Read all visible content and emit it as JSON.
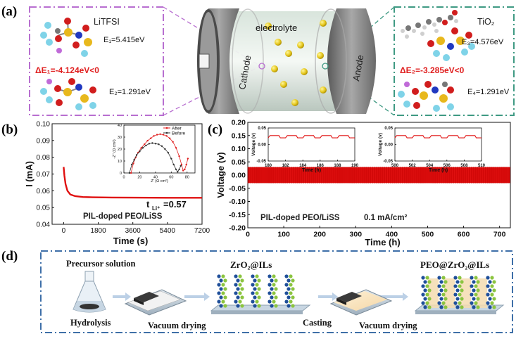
{
  "panel_labels": {
    "a": "(a)",
    "b": "(b)",
    "c": "(c)",
    "d": "(d)"
  },
  "panel_a": {
    "left_title": "LiTFSI",
    "right_title": "TiO₂",
    "e1": "E₁=5.415eV",
    "e2": "E₂=1.291eV",
    "de1": "ΔE₁=-4.124eV<0",
    "e3": "E₃=4.576eV",
    "e4": "E₄=1.291eV",
    "de2": "ΔE₂=-3.285eV<0",
    "electrolyte": "electrolyte",
    "cathode": "Cathode",
    "anode": "Anode",
    "colors": {
      "left_frame": "#b86fd0",
      "right_frame": "#3f9a83",
      "delta": "#e02020"
    }
  },
  "panel_b": {
    "ylabel": "I (mA)",
    "xlabel": "Time (s)",
    "annotation_label": "t",
    "annotation_sub": "Li⁺",
    "annotation_value": "=0.57",
    "sample_label": "PIL-doped PEO/LiSS",
    "inset": {
      "ylabel": "-Z'' (Ω cm²)",
      "xlabel": "Z' (Ω cm²)",
      "legend_after": "After",
      "legend_before": "Before"
    }
  },
  "panel_c": {
    "ylabel": "Voltage (v)",
    "xlabel": "Time (h)",
    "sample_label": "PIL-doped PEO/LiSS",
    "current_label": "0.1 mA/cm²",
    "inset1": {
      "ylabel": "Voltage (v)",
      "xlabel": "Time (h)"
    },
    "inset2": {
      "ylabel": "Voltage (v)",
      "xlabel": "Time (h)"
    }
  },
  "panel_d": {
    "precursor": "Precursor solution",
    "product1": "ZrO₂@ILs",
    "product2": "PEO@ZrO₂@ILs",
    "step_hydrolysis": "Hydrolysis",
    "step_vacuum1": "Vacuum drying",
    "step_casting": "Casting",
    "step_vacuum2": "Vacuum drying"
  },
  "chart_data": [
    {
      "type": "line",
      "panel": "b",
      "xlabel": "Time (s)",
      "ylabel": "I (mA)",
      "xlim": [
        -600,
        7200
      ],
      "ylim": [
        0.04,
        0.1
      ],
      "xticks": [
        0,
        1800,
        3600,
        5400,
        7200
      ],
      "yticks": [
        0.04,
        0.05,
        0.06,
        0.07,
        0.08,
        0.09,
        0.1
      ],
      "color": "#e01010",
      "series": [
        {
          "x": [
            0,
            40,
            100,
            200,
            350,
            600,
            1000,
            1500,
            2500,
            3600,
            5400,
            7200
          ],
          "y": [
            0.0742,
            0.069,
            0.064,
            0.06,
            0.0578,
            0.0568,
            0.0563,
            0.0561,
            0.056,
            0.0559,
            0.0558,
            0.0558
          ]
        }
      ]
    },
    {
      "type": "scatter",
      "panel": "b-inset",
      "xlabel": "Z' (Ω cm²)",
      "ylabel": "-Z'' (Ω cm²)",
      "xlim": [
        0,
        90
      ],
      "ylim": [
        0,
        40
      ],
      "xticks": [
        0,
        20,
        40,
        60,
        80
      ],
      "yticks": [
        0,
        10,
        20,
        30,
        40
      ],
      "series": [
        {
          "name": "After",
          "color": "#e02020",
          "x": [
            9,
            12,
            15,
            18,
            22,
            26,
            30,
            34,
            38,
            42,
            46,
            50,
            54,
            58,
            62,
            66,
            70,
            73,
            75,
            77,
            79,
            81
          ],
          "y": [
            0,
            8,
            13,
            17,
            21,
            24,
            27,
            29,
            31,
            32,
            32.5,
            32,
            31,
            29,
            26,
            21,
            14,
            7,
            2,
            3,
            7,
            12
          ]
        },
        {
          "name": "Before",
          "color": "#333333",
          "x": [
            7,
            10,
            13,
            16,
            20,
            24,
            28,
            32,
            36,
            40,
            44,
            48,
            52,
            56,
            60,
            63,
            66,
            68,
            70,
            72
          ],
          "y": [
            0,
            7,
            11,
            15,
            18,
            21,
            23,
            24.5,
            25,
            24.5,
            24,
            22.5,
            20,
            17,
            12,
            7,
            3,
            1,
            3,
            6
          ]
        }
      ]
    },
    {
      "type": "line",
      "panel": "c",
      "xlabel": "Time (h)",
      "ylabel": "Voltage (v)",
      "xlim": [
        0,
        730
      ],
      "ylim": [
        -0.2,
        0.2
      ],
      "xticks": [
        0,
        100,
        200,
        300,
        400,
        500,
        600,
        700
      ],
      "yticks": [
        -0.2,
        -0.15,
        -0.1,
        -0.05,
        0.0,
        0.05,
        0.1,
        0.15,
        0.2
      ],
      "color": "#e01010",
      "band": {
        "upper": 0.03,
        "lower": -0.03
      }
    },
    {
      "type": "line",
      "panel": "c-inset1",
      "xlabel": "Time (h)",
      "ylabel": "Voltage (v)",
      "xlim": [
        180,
        190
      ],
      "ylim": [
        -0.05,
        0.05
      ],
      "xticks": [
        180,
        182,
        184,
        186,
        188,
        190
      ],
      "yticks": [
        -0.05,
        0.0,
        0.05
      ],
      "color": "#e01010",
      "square_wave": {
        "high": 0.027,
        "low": 0.02,
        "period": 2
      }
    },
    {
      "type": "line",
      "panel": "c-inset2",
      "xlabel": "Time (h)",
      "ylabel": "Voltage (v)",
      "xlim": [
        500,
        510
      ],
      "ylim": [
        -0.05,
        0.05
      ],
      "xticks": [
        500,
        502,
        504,
        506,
        508,
        510
      ],
      "yticks": [
        -0.05,
        0.0,
        0.05
      ],
      "color": "#e01010",
      "square_wave": {
        "high": 0.027,
        "low": 0.02,
        "period": 2
      }
    }
  ]
}
